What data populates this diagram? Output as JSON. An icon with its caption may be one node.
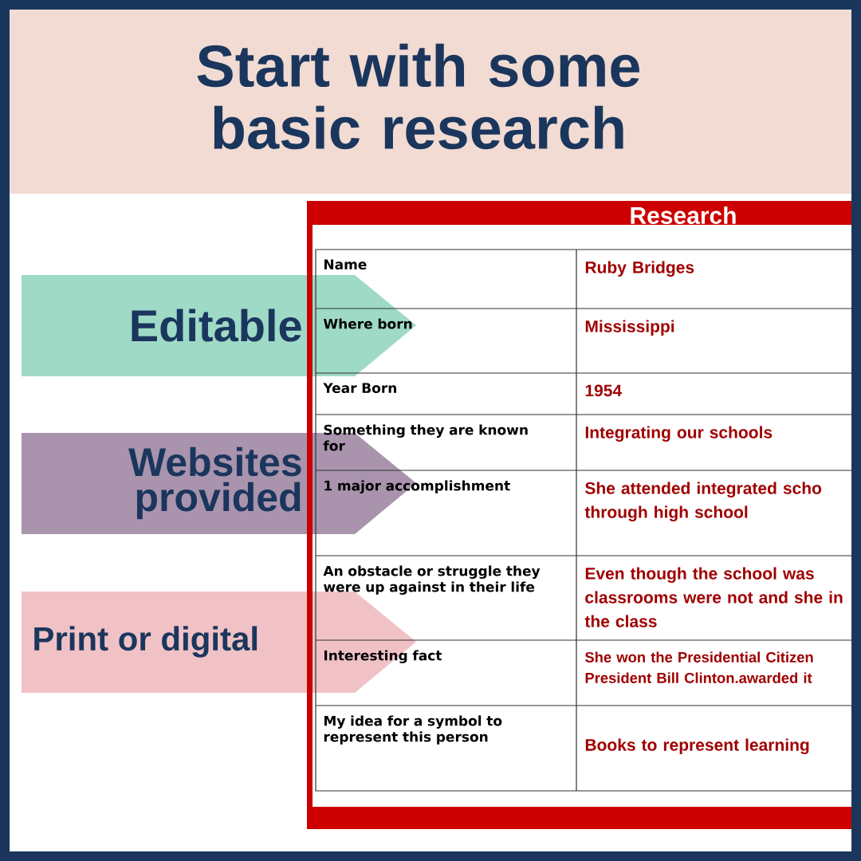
{
  "diagram": {
    "title": "Start with some basic research",
    "nodes": [
      {
        "text": [
          "Editable"
        ]
      },
      {
        "text": [
          "Websites provided"
        ]
      },
      {
        "text": [
          "Print or digital"
        ]
      }
    ],
    "labels": [
      "Research",
      "Name",
      "Ruby Bridges",
      "Where born",
      "Mississippi",
      "Year Born",
      "1954",
      "Something they are known for",
      "Integrating our schools",
      "1 major accomplishment",
      "She attended integrated scho through high school",
      "An obstacle or struggle they were up against in their life",
      "Even though the school was classrooms were not and she in the class",
      "Interesting fact",
      "She won the Presidential Citizen President Bill Clinton.awarded it",
      "My idea for a symbol to represent this person",
      "Books to represent learning"
    ]
  }
}
